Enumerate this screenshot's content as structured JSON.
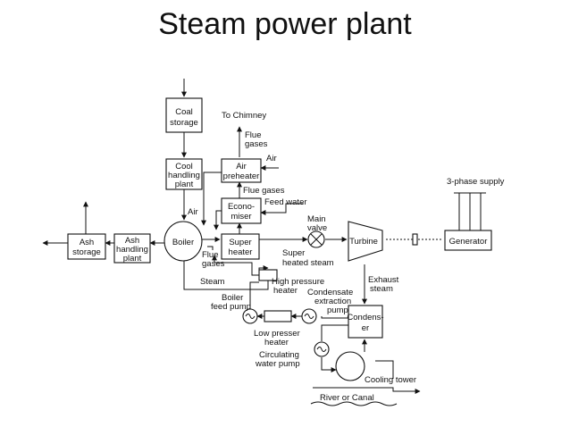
{
  "title": "Steam power plant",
  "components": {
    "coal_storage": [
      "Coal",
      "storage"
    ],
    "coal_handling": [
      "Cool",
      "handling",
      "plant"
    ],
    "air_preheater": [
      "Air",
      "preheater"
    ],
    "economiser": [
      "Econo-",
      "miser"
    ],
    "super_heater": [
      "Super",
      "heater"
    ],
    "boiler": "Boiler",
    "ash_handling": [
      "Ash",
      "handling",
      "plant"
    ],
    "ash_storage": [
      "Ash",
      "storage"
    ],
    "turbine": "Turbine",
    "generator": "Generator",
    "condenser": [
      "Condens-",
      "er"
    ]
  },
  "labels": {
    "to_chimney": "To Chimney",
    "flue_gases_top": [
      "Flue",
      "gases"
    ],
    "air_right": "Air",
    "flue_gases_mid": "Flue gases",
    "feed_water": "Feed water",
    "air_left": "Air",
    "flue_gases_low": [
      "Flue",
      "gases"
    ],
    "main_valve": [
      "Main",
      "valve"
    ],
    "super_heated_steam": [
      "Super",
      "heated steam"
    ],
    "three_phase": "3-phase supply",
    "steam": "Steam",
    "high_pressure_heater": [
      "High pressure",
      "heater"
    ],
    "boiler_feed_pump": [
      "Boiler",
      "feed pump"
    ],
    "condensate_extraction_pump": [
      "Condensate",
      "extraction",
      "pump"
    ],
    "exhaust_steam": [
      "Exhaust",
      "steam"
    ],
    "low_pressure_heater": [
      "Low presser",
      "heater"
    ],
    "circulating_water_pump": [
      "Circulating",
      "water pump"
    ],
    "cooling_tower": "Cooling tower",
    "river_or_canal": "River or Canal"
  }
}
